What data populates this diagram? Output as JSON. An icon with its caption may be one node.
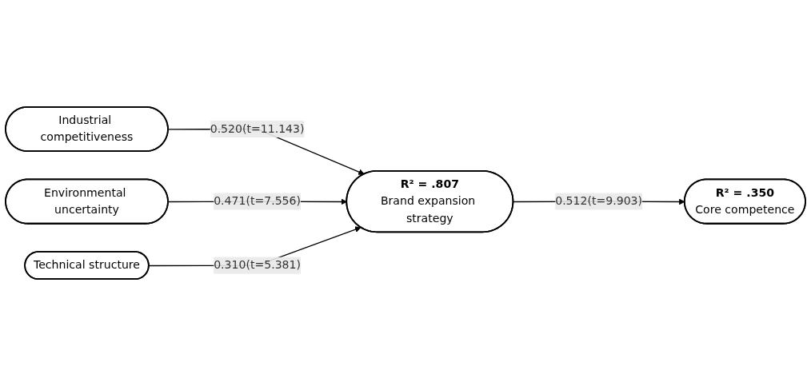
{
  "diagram": {
    "nodes": [
      {
        "text": [
          "Industrial competitiveness"
        ]
      },
      {
        "text": [
          "Environmental uncertainty"
        ]
      },
      {
        "text": [
          "Technical structure"
        ]
      },
      {
        "text": [
          "R² = .807",
          "Brand expansion strategy"
        ]
      },
      {
        "text": [
          "R² = .350",
          "Core competence"
        ]
      }
    ],
    "edges": [
      {
        "from": 0,
        "to": 3,
        "arrow": "to",
        "label": "0.520(t=11.143)"
      },
      {
        "from": 1,
        "to": 3,
        "arrow": "to",
        "label": "0.471(t=7.556)"
      },
      {
        "from": 2,
        "to": 3,
        "arrow": "to",
        "label": "0.310(t=5.381)"
      },
      {
        "from": 3,
        "to": 4,
        "arrow": "to",
        "label": "0.512(t=9.903)"
      }
    ]
  }
}
